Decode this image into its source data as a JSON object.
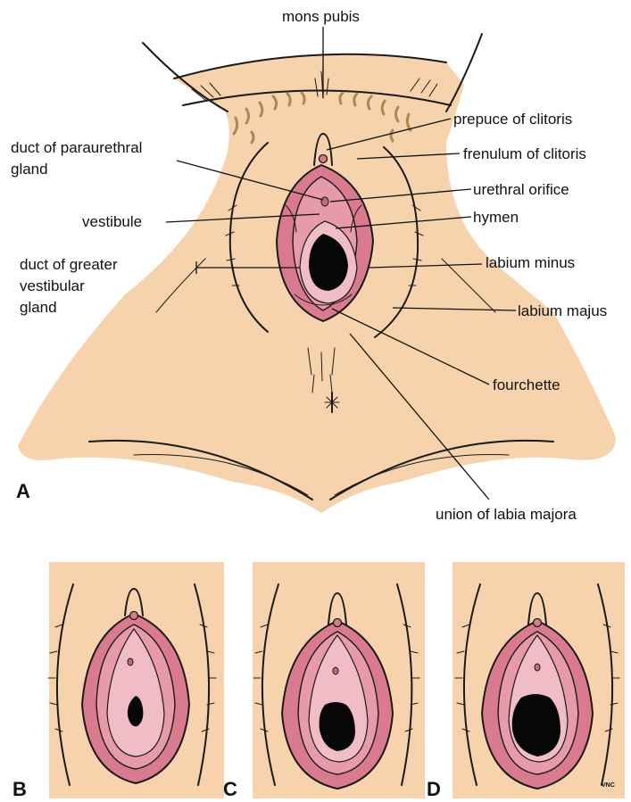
{
  "panels": {
    "a": "A",
    "b": "B",
    "c": "C",
    "d": "D"
  },
  "labels": {
    "mons_pubis": "mons pubis",
    "prepuce": "prepuce of clitoris",
    "duct_paraurethral_1": "duct of paraurethral",
    "duct_paraurethral_2": "gland",
    "frenulum": "frenulum of clitoris",
    "urethral_orifice": "urethral orifice",
    "vestibule": "vestibule",
    "hymen": "hymen",
    "duct_greater_1": "duct of greater",
    "duct_greater_2": "vestibular",
    "duct_greater_3": "gland",
    "labium_minus": "labium minus",
    "labium_majus": "labium majus",
    "fourchette": "fourchette",
    "union_labia": "union of labia majora"
  },
  "signature": "VNC",
  "colors": {
    "skin": "#f6d3ad",
    "labia_outer": "#d97a8e",
    "labia_inner": "#f0bcc6",
    "hair": "#a98a55"
  }
}
